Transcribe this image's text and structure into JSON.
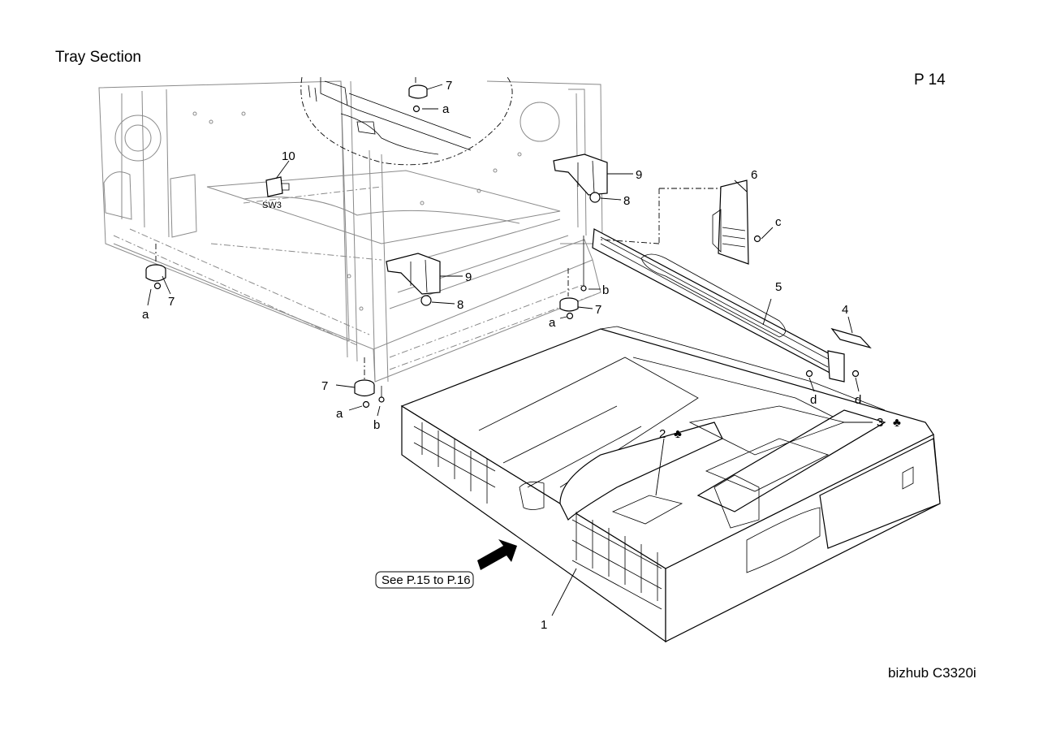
{
  "header": {
    "title": "Tray Section",
    "page": "P 14"
  },
  "footer": {
    "model": "bizhub C3320i"
  },
  "reference": {
    "label": "See P.15 to P.16"
  },
  "callouts": {
    "c1": "1",
    "c2": "2",
    "c3": "3",
    "c4": "4",
    "c5": "5",
    "c6": "6",
    "c7a": "7",
    "c7b": "7",
    "c7c": "7",
    "c7d": "7",
    "c8a": "8",
    "c8b": "8",
    "c9a": "9",
    "c9b": "9",
    "c10": "10",
    "sw3": "SW3",
    "a1": "a",
    "a2": "a",
    "a3": "a",
    "a4": "a",
    "b1": "b",
    "b2": "b",
    "c": "c",
    "d1": "d",
    "d2": "d",
    "club2": "♣",
    "club3": "♣"
  }
}
